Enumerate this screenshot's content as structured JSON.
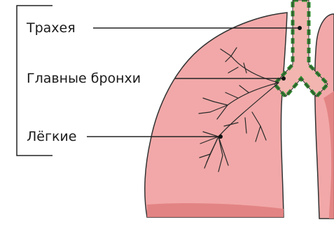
{
  "labels": {
    "trachea": "Трахея",
    "main_bronchi": "Главные бронхи",
    "lungs": "Лёгкие"
  },
  "colors": {
    "lung_fill": "#f0a3a3",
    "lung_dark": "#e07e7e",
    "lung_stroke": "#333333",
    "trachea_fill": "#f2b5b0",
    "cartilage": "#2f8a2f",
    "bronchi_lines": "#2a2a2a",
    "bracket": "#222222"
  }
}
